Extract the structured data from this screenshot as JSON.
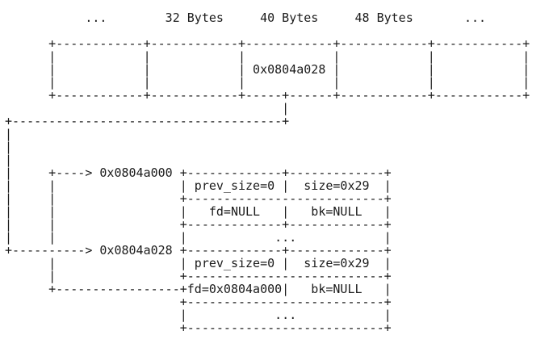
{
  "colors": {
    "background": "#ffffff",
    "text": "#1b1b1b"
  },
  "diagram": {
    "kind": "fastbin-memory-layout-ascii",
    "size_labels": [
      "...",
      "32 Bytes",
      "40 Bytes",
      "48 Bytes",
      "..."
    ],
    "fastbin_array": {
      "cells": [
        "",
        "",
        "0x0804a028",
        "",
        ""
      ],
      "highlighted_cell_index": 2,
      "highlighted_cell_value": "0x0804a028"
    },
    "chunks": [
      {
        "address": "0x0804a000",
        "rows": [
          [
            "prev_size=0",
            "size=0x29"
          ],
          [
            "fd=NULL",
            "bk=NULL"
          ],
          [
            "..."
          ]
        ]
      },
      {
        "address": "0x0804a028",
        "rows": [
          [
            "prev_size=0",
            "size=0x29"
          ],
          [
            "fd=0x0804a000",
            "bk=NULL"
          ],
          [
            "..."
          ]
        ]
      }
    ]
  },
  "ascii": {
    "lines": [
      "           ...        32 Bytes     40 Bytes     48 Bytes       ...",
      "",
      "      +------------+------------+------------+------------+------------+",
      "      |            |            |            |            |            |",
      "      |            |            | 0x0804a028 |            |            |",
      "      |            |            |            |            |            |",
      "      +------------+------------+-----+------+------------+------------+",
      "                                      |",
      "+-------------------------------------+",
      "|",
      "|",
      "|",
      "|     +----> 0x0804a000 +-------------+-------------+",
      "|     |                 | prev_size=0 |  size=0x29  |",
      "|     |                 +---------------------------+",
      "|     |                 |   fd=NULL   |   bk=NULL   |",
      "|     |                 +-------------+-------------+",
      "|     |                 |            ...            |",
      "+----------> 0x0804a028 +-------------+-------------+",
      "      |                 | prev_size=0 |  size=0x29  |",
      "      |                 +---------------------------+",
      "      +-----------------+fd=0x0804a000|   bk=NULL   |",
      "                        +---------------------------+",
      "                        |            ...            |",
      "                        +---------------------------+"
    ]
  }
}
